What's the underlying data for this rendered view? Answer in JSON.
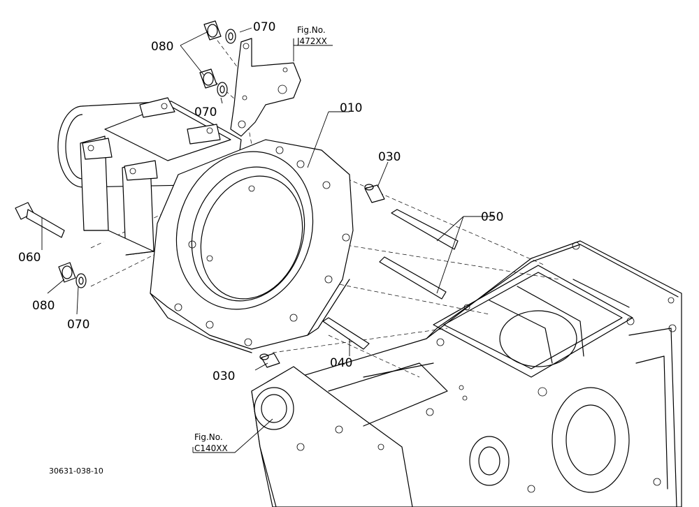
{
  "part_labels": {
    "p010": "010",
    "p030_top": "030",
    "p030_bottom": "030",
    "p040": "040",
    "p050": "050",
    "p060": "060",
    "p070_top": "070",
    "p070_mid": "070",
    "p070_left": "070",
    "p080_top": "080",
    "p080_left": "080"
  },
  "fig_refs": {
    "top": {
      "caption": "Fig.No.",
      "number": "J472XX"
    },
    "bottom": {
      "caption": "Fig.No.",
      "number": "C140XX"
    }
  },
  "drawing_code": "30631-038-10"
}
